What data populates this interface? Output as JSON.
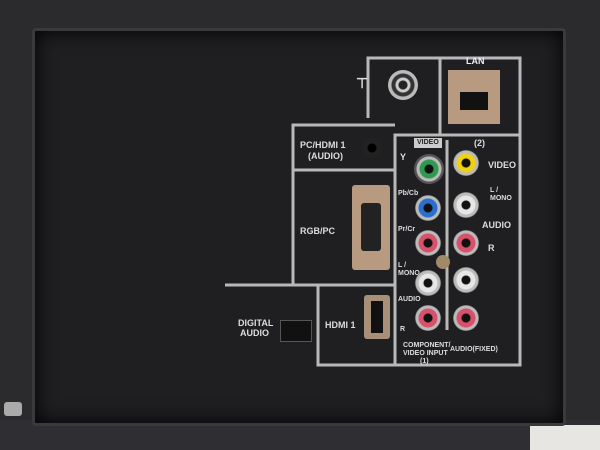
{
  "colors": {
    "panel": "#1f1f22",
    "lines": "#b8b8b8",
    "green": "#2e9a4e",
    "blue": "#2a6fd0",
    "red": "#d8506a",
    "white": "#e6e6e6",
    "yellow": "#f0d010"
  },
  "labels": {
    "lan": "LAN",
    "pc_hdmi1": "PC/HDMI 1",
    "audio_paren": "(AUDIO)",
    "rgb_pc": "RGB/PC",
    "digital": "DIGITAL",
    "digital_audio": "AUDIO",
    "hdmi1": "HDMI 1",
    "video_hdr": "VIDEO",
    "input2": "(2)",
    "y": "Y",
    "pb": "Pb/Cb",
    "pr": "Pr/Cr",
    "video2": "VIDEO",
    "lmono2": "L / MONO",
    "audio2": "AUDIO",
    "r2": "R",
    "lmono1": "L / MONO",
    "audio1": "AUDIO",
    "r1": "R",
    "component": "COMPONENT/",
    "video_input": "VIDEO INPUT",
    "input1": "(1)",
    "audio_fixed": "AUDIO(FIXED)"
  }
}
